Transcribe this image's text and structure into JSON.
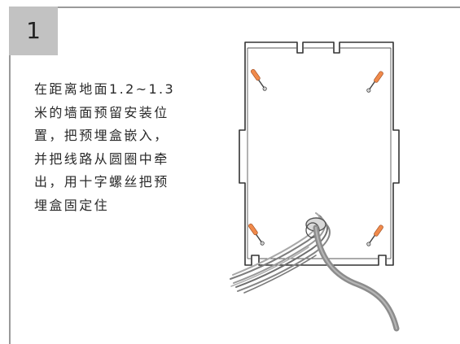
{
  "step": {
    "number": "1"
  },
  "instructions": {
    "lines": [
      "在距离地面1.2~1.3",
      "米的墙面预留安装位",
      "置，把预埋盒嵌入，",
      "并把线路从圆圈中牵",
      "出，用十字螺丝把预",
      "埋盒固定住"
    ]
  },
  "colors": {
    "frame": "#9a9a9a",
    "badge": "#c2c2c2",
    "text": "#2a2a2a",
    "cable": "#8c8c8c"
  }
}
